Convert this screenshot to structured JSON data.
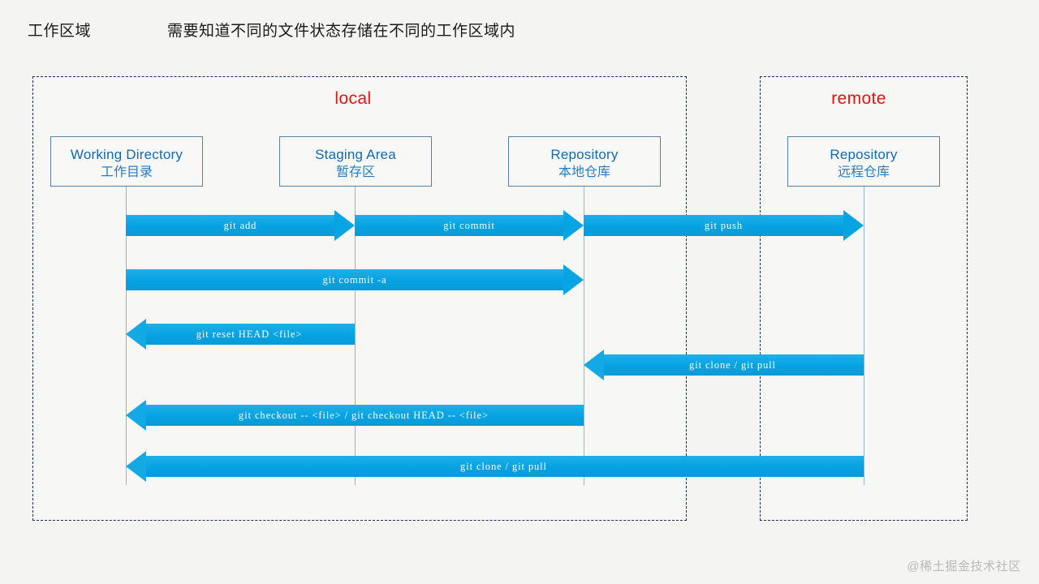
{
  "header": {
    "title": "工作区域",
    "subtitle": "需要知道不同的文件状态存储在不同的工作区域内"
  },
  "zones": [
    {
      "id": "local",
      "label": "local",
      "color": "#e8120e"
    },
    {
      "id": "remote",
      "label": "remote",
      "color": "#e8120e"
    }
  ],
  "actors": [
    {
      "id": "working-directory",
      "en": "Working Directory",
      "cn": "工作目录"
    },
    {
      "id": "staging-area",
      "en": "Staging Area",
      "cn": "暂存区"
    },
    {
      "id": "local-repository",
      "en": "Repository",
      "cn": "本地仓库"
    },
    {
      "id": "remote-repository",
      "en": "Repository",
      "cn": "远程仓库"
    }
  ],
  "arrows": [
    {
      "id": "git-add",
      "label": "git  add",
      "direction": "right",
      "from": "working-directory",
      "to": "staging-area"
    },
    {
      "id": "git-commit",
      "label": "git  commit",
      "direction": "right",
      "from": "staging-area",
      "to": "local-repository"
    },
    {
      "id": "git-push",
      "label": "git  push",
      "direction": "right",
      "from": "local-repository",
      "to": "remote-repository"
    },
    {
      "id": "git-commit-a",
      "label": "git  commit  -a",
      "direction": "right",
      "from": "working-directory",
      "to": "local-repository"
    },
    {
      "id": "git-reset-head",
      "label": "git  reset  HEAD  <file>",
      "direction": "left",
      "from": "staging-area",
      "to": "working-directory"
    },
    {
      "id": "git-clone-pull-remote",
      "label": "git  clone / git  pull",
      "direction": "left",
      "from": "remote-repository",
      "to": "local-repository"
    },
    {
      "id": "git-checkout",
      "label": "git  checkout  -- <file> / git checkout  HEAD -- <file>",
      "direction": "left",
      "from": "local-repository",
      "to": "working-directory"
    },
    {
      "id": "git-clone-pull-all",
      "label": "git clone / git pull",
      "direction": "left",
      "from": "remote-repository",
      "to": "working-directory"
    }
  ],
  "watermark": "@稀土掘金技术社区",
  "colors": {
    "arrow": "#12a9e5",
    "zone_label": "#e8120e",
    "actor_text": "#1669b0",
    "lifeline": "#8fb6d4"
  }
}
